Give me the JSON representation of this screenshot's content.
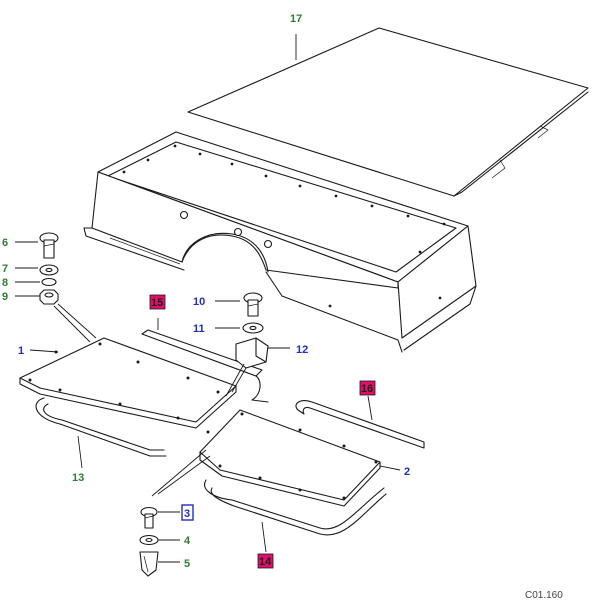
{
  "diagram": {
    "figure_code": "C01.160",
    "colors": {
      "label_green": "#2e7d32",
      "label_blue": "#1f2fb8",
      "highlight_red": "#e0106a",
      "line": "#1a1a1a"
    },
    "callouts": [
      {
        "id": "17",
        "label": "17",
        "style": "green"
      },
      {
        "id": "6",
        "label": "6",
        "style": "green"
      },
      {
        "id": "7",
        "label": "7",
        "style": "green"
      },
      {
        "id": "8",
        "label": "8",
        "style": "green"
      },
      {
        "id": "9",
        "label": "9",
        "style": "green"
      },
      {
        "id": "1",
        "label": "1",
        "style": "blue"
      },
      {
        "id": "15",
        "label": "15",
        "style": "red-box"
      },
      {
        "id": "10",
        "label": "10",
        "style": "blue"
      },
      {
        "id": "11",
        "label": "11",
        "style": "blue"
      },
      {
        "id": "12",
        "label": "12",
        "style": "blue"
      },
      {
        "id": "16",
        "label": "16",
        "style": "red-box"
      },
      {
        "id": "13",
        "label": "13",
        "style": "green"
      },
      {
        "id": "2",
        "label": "2",
        "style": "blue"
      },
      {
        "id": "3",
        "label": "3",
        "style": "blue-box"
      },
      {
        "id": "4",
        "label": "4",
        "style": "green"
      },
      {
        "id": "5",
        "label": "5",
        "style": "green"
      },
      {
        "id": "14",
        "label": "14",
        "style": "red-box"
      }
    ]
  }
}
